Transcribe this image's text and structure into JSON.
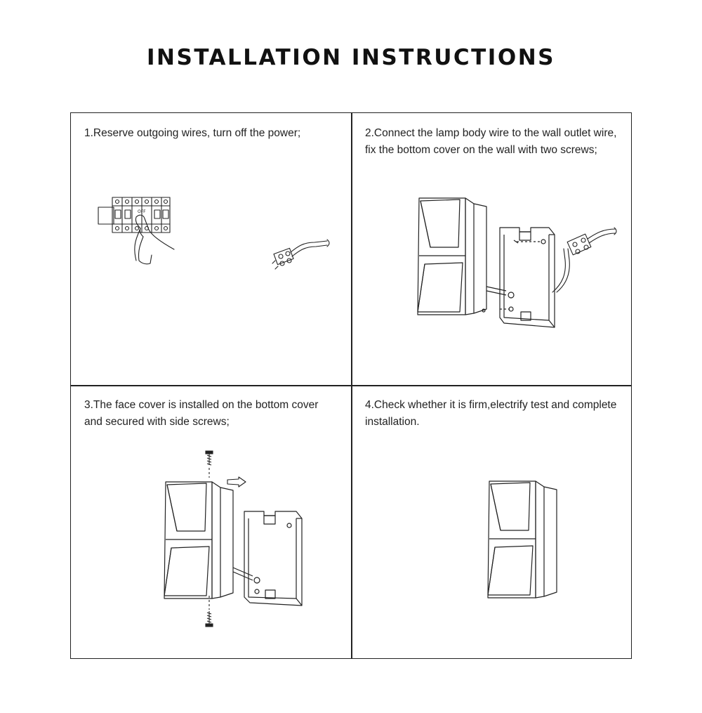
{
  "title": "INSTALLATION INSTRUCTIONS",
  "steps": [
    {
      "text": "1.Reserve outgoing wires, turn off the power;",
      "illustration": "breaker-panel-and-wire-icon"
    },
    {
      "text": "2.Connect the lamp body wire to the wall outlet wire, fix the bottom cover on the wall with two screws;",
      "illustration": "lamp-body-and-bottom-cover-icon"
    },
    {
      "text": "3.The face cover is installed on the bottom cover and secured with side screws;",
      "illustration": "face-cover-assembly-icon"
    },
    {
      "text": "4.Check whether it is firm,electrify test and complete installation.",
      "illustration": "installed-lamp-icon"
    }
  ],
  "breaker_label": "OFF",
  "colors": {
    "line": "#222222",
    "background": "#ffffff"
  }
}
